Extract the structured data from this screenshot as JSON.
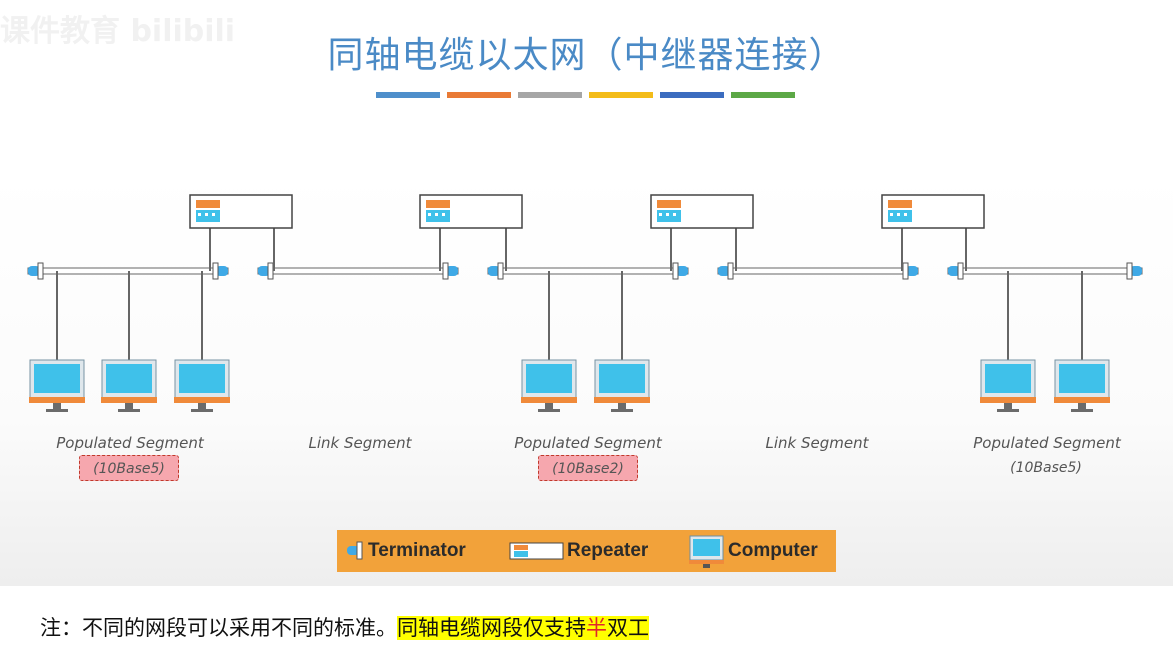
{
  "title": "同轴电缆以太网（中继器连接）",
  "watermark": "课件教育 bilibili",
  "color_bars": [
    "#4e8fcb",
    "#e97a35",
    "#a6a6a6",
    "#f3bc19",
    "#3b6cbf",
    "#5ca846"
  ],
  "segments": [
    {
      "name": "Populated Segment",
      "standard": "(10Base5)",
      "highlighted": true
    },
    {
      "name": "Link Segment"
    },
    {
      "name": "Populated Segment",
      "standard": "(10Base2)",
      "highlighted": true
    },
    {
      "name": "Link Segment"
    },
    {
      "name": "Populated Segment",
      "standard": "(10Base5)",
      "highlighted": false
    }
  ],
  "legend": {
    "terminator": "Terminator",
    "repeater": "Repeater",
    "computer": "Computer"
  },
  "note": {
    "prefix": "注：不同的网段可以采用不同的标准。",
    "highlight_before": "同轴电缆网段仅支持",
    "highlight_red": "半",
    "highlight_after": "双工"
  },
  "colors": {
    "title": "#4a8ac6",
    "screen": "#3fc1ea",
    "orange": "#f08a3a",
    "legend_bg": "#f2a23a",
    "standard_highlight": "#f6a7ae"
  }
}
